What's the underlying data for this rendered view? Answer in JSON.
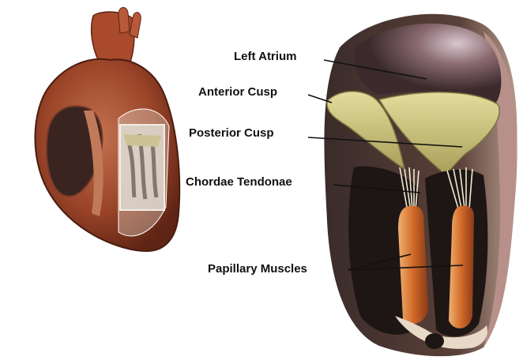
{
  "labels": {
    "left_atrium": "Left Atrium",
    "anterior_cusp": "Anterior Cusp",
    "posterior_cusp": "Posterior Cusp",
    "chordae_tendonae": "Chordae Tendonae",
    "papillary_muscles": "Papillary Muscles"
  },
  "colors": {
    "heart_wall": "#8a3a22",
    "heart_muscle": "#b5674a",
    "cusp": "#c9c27a",
    "myocardium_dark": "#3a2c2a",
    "papillary": "#d9803a"
  }
}
